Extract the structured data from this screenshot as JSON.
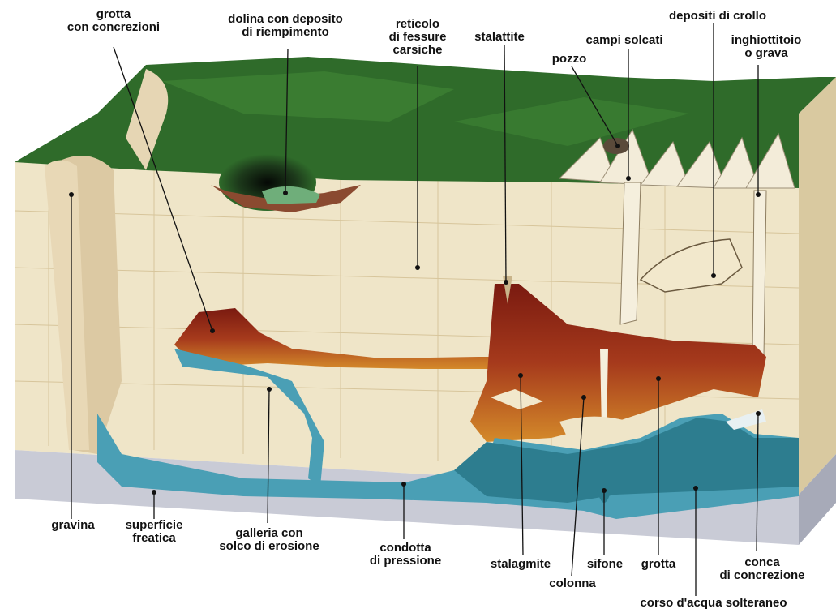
{
  "colors": {
    "limestone": "#efe5c8",
    "limestone_shade": "#e2d3ad",
    "grass": "#2f6b2a",
    "grass_dark": "#1d4a1c",
    "cave_red": "#a52a1a",
    "cave_orange": "#d9822b",
    "water": "#4a9fb5",
    "water_deep": "#2d7d8f",
    "phreatic": "#c9cbd6",
    "leader": "#111111"
  },
  "labels": {
    "grotta_concrezioni": [
      "grotta",
      "con concrezioni"
    ],
    "dolina": [
      "dolina con deposito",
      "di riempimento"
    ],
    "reticolo": [
      "reticolo",
      "di fessure",
      "carsiche"
    ],
    "stalattite": [
      "stalattite"
    ],
    "pozzo": [
      "pozzo"
    ],
    "campi_solcati": [
      "campi solcati"
    ],
    "depositi_crollo": [
      "depositi di crollo"
    ],
    "inghiottitoio": [
      "inghiottitoio",
      "o grava"
    ],
    "gravina": [
      "gravina"
    ],
    "superficie_freatica": [
      "superficie",
      "freatica"
    ],
    "galleria": [
      "galleria con",
      "solco di erosione"
    ],
    "condotta": [
      "condotta",
      "di pressione"
    ],
    "stalagmite": [
      "stalagmite"
    ],
    "colonna": [
      "colonna"
    ],
    "sifone": [
      "sifone"
    ],
    "grotta": [
      "grotta"
    ],
    "conca": [
      "conca",
      "di concrezione"
    ],
    "corso_acqua": [
      "corso d'acqua solteraneo"
    ]
  }
}
